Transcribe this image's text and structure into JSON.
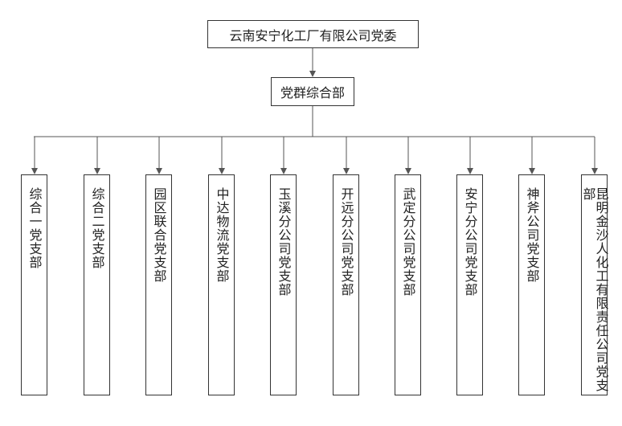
{
  "root": {
    "label": "云南安宁化工厂有限公司党委"
  },
  "department": {
    "label": "党群综合部"
  },
  "branches": [
    {
      "label": "综合一党支部"
    },
    {
      "label": "综合二党支部"
    },
    {
      "label": "园区联合党支部"
    },
    {
      "label": "中达物流党支部"
    },
    {
      "label": "玉溪分公司党支部"
    },
    {
      "label": "开远分公司党支部"
    },
    {
      "label": "武定分公司党支部"
    },
    {
      "label": "安宁分公司党支部"
    },
    {
      "label": "神斧公司党支部"
    },
    {
      "label": "昆明金沙人化工有限责任公司党支部"
    }
  ],
  "colors": {
    "line": "#555555",
    "border": "#333333",
    "text": "#222222"
  }
}
